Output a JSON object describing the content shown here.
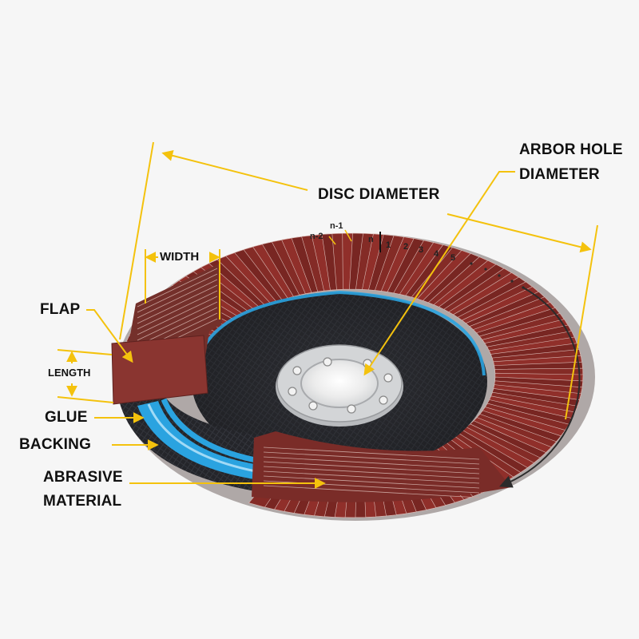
{
  "colors": {
    "background": "#f6f6f6",
    "callout_yellow": "#f4c20d",
    "flap_red": "#7a2c28",
    "backing_black": "#1e1f22",
    "glue_blue": "#2aa3e0",
    "arbor_metal": "#c9cbcd",
    "text": "#111111"
  },
  "labels": {
    "disc_diameter": "DISC DIAMETER",
    "arbor_line1": "ARBOR HOLE",
    "arbor_line2": "DIAMETER",
    "width": "WIDTH",
    "flap": "FLAP",
    "length": "LENGTH",
    "glue": "GLUE",
    "backing": "BACKING",
    "abrasive_line1": "ABRASIVE",
    "abrasive_line2": "MATERIAL"
  },
  "flap_numbering": {
    "n_minus_1": "n-1",
    "n_minus_2": "n-2",
    "n": "n",
    "one": "1",
    "two": "2",
    "three": "3",
    "four": "4",
    "five": "5"
  },
  "icons": {
    "rotation_arrow": "curved-arrow-icon",
    "callout_arrow": "arrow-icon"
  }
}
